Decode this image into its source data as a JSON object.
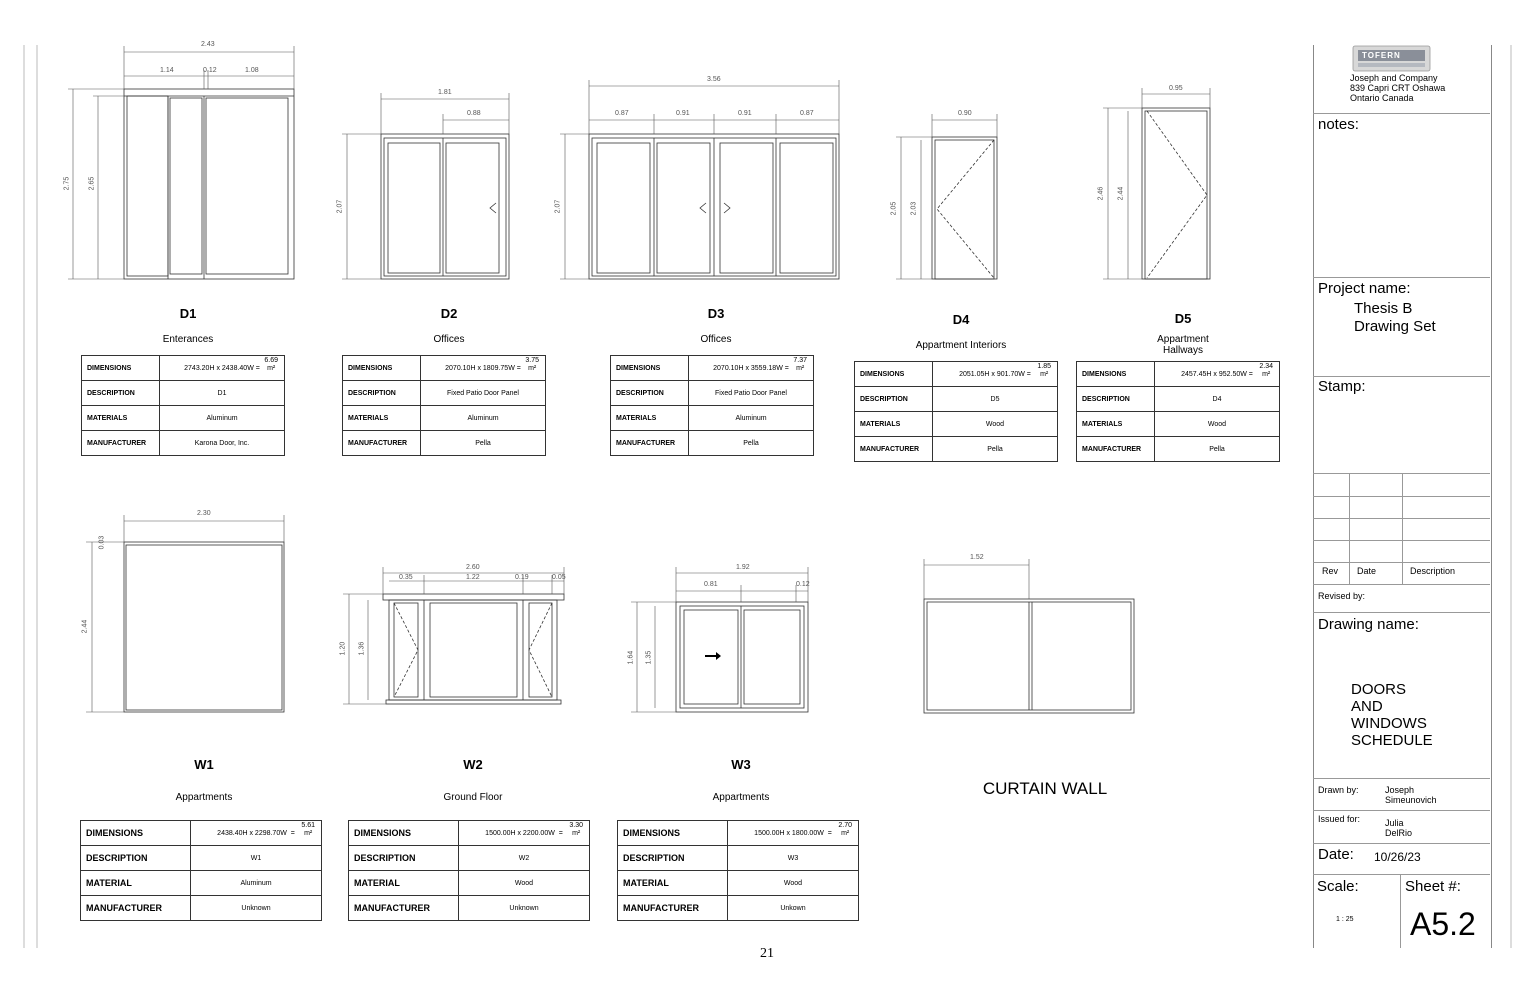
{
  "doors": [
    {
      "tag": "D1",
      "use": "Enterances",
      "dimensions": "2743.20H x 2438.40W =",
      "area": "6.69\nm²",
      "description": "D1",
      "materials": "Aluminum",
      "manufacturer": "Karona Door, Inc.",
      "dims": [
        "2.43",
        "1.14",
        "0.12",
        "1.08",
        "2.75",
        "2.65"
      ]
    },
    {
      "tag": "D2",
      "use": "Offices",
      "dimensions": "2070.10H x 1809.75W =",
      "area": "3.75\nm²",
      "description": "Fixed Patio Door Panel",
      "materials": "Aluminum",
      "manufacturer": "Pella",
      "dims": [
        "1.81",
        "0.88",
        "2.07"
      ]
    },
    {
      "tag": "D3",
      "use": "Offices",
      "dimensions": "2070.10H x 3559.18W =",
      "area": "7.37\nm²",
      "description": "Fixed Patio Door Panel",
      "materials": "Aluminum",
      "manufacturer": "Pella",
      "dims": [
        "3.56",
        "0.87",
        "0.91",
        "0.91",
        "0.87",
        "2.07"
      ]
    },
    {
      "tag": "D4",
      "use": "Appartment Interiors",
      "dimensions": "2051.05H x 901.70W =",
      "area": "1.85\nm²",
      "description": "D5",
      "materials": "Wood",
      "manufacturer": "Pella",
      "dims": [
        "0.90",
        "2.05",
        "2.03"
      ]
    },
    {
      "tag": "D5",
      "use": "Appartment\nHallways",
      "dimensions": "2457.45H x 952.50W =",
      "area": "2.34\nm²",
      "description": "D4",
      "materials": "Wood",
      "manufacturer": "Pella",
      "dims": [
        "0.95",
        "2.46",
        "2.44"
      ]
    }
  ],
  "windows": [
    {
      "tag": "W1",
      "use": "Appartments",
      "dimensions": "2438.40H x 2298.70W",
      "area": "5.61\nm²",
      "description": "W1",
      "material": "Aluminum",
      "manufacturer": "Unknown",
      "dims": [
        "2.30",
        "0.03",
        "2.44"
      ]
    },
    {
      "tag": "W2",
      "use": "Ground Floor",
      "dimensions": "1500.00H x 2200.00W",
      "area": "3.30\nm²",
      "description": "W2",
      "material": "Wood",
      "manufacturer": "Unknown",
      "dims": [
        "2.60",
        "0.35",
        "1.22",
        "0.19",
        "0.05",
        "1.20",
        "1.36"
      ]
    },
    {
      "tag": "W3",
      "use": "Appartments",
      "dimensions": "1500.00H x 1800.00W",
      "area": "2.70\nm²",
      "description": "W3",
      "material": "Wood",
      "manufacturer": "Unkown",
      "dims": [
        "1.92",
        "0.81",
        "0.12",
        "1.64",
        "1.35"
      ]
    }
  ],
  "curtain": {
    "label": "CURTAIN WALL",
    "dim": "1.52"
  },
  "keys": {
    "dimensions": "DIMENSIONS",
    "description": "DESCRIPTION",
    "materials": "MATERIALS",
    "material": "MATERIAL",
    "manufacturer": "MANUFACTURER",
    "equals": "="
  },
  "page_number": "21",
  "titleblock": {
    "logo_text": "TOFERN",
    "company": "Joseph and Company",
    "address1": "839 Capri CRT Oshawa",
    "address2": "Ontario Canada",
    "notes": "notes:",
    "project_label": "Project name:",
    "project_name_1": "Thesis B",
    "project_name_2": "Drawing Set",
    "stamp": "Stamp:",
    "rev": "Rev",
    "date": "Date",
    "description": "Description",
    "revised_by": "Revised by:",
    "drawing_name_label": "Drawing name:",
    "drawing_name": [
      "DOORS",
      "AND",
      "WINDOWS",
      "SCHEDULE"
    ],
    "drawn_by_label": "Drawn by:",
    "drawn_by_1": "Joseph",
    "drawn_by_2": "Simeunovich",
    "issued_for_label": "Issued for:",
    "issued_for_1": "Julia",
    "issued_for_2": "DelRio",
    "date_label": "Date:",
    "date_value": "10/26/23",
    "scale_label": "Scale:",
    "scale_value": "1 : 25",
    "sheet_label": "Sheet #:",
    "sheet_value": "A5.2"
  }
}
